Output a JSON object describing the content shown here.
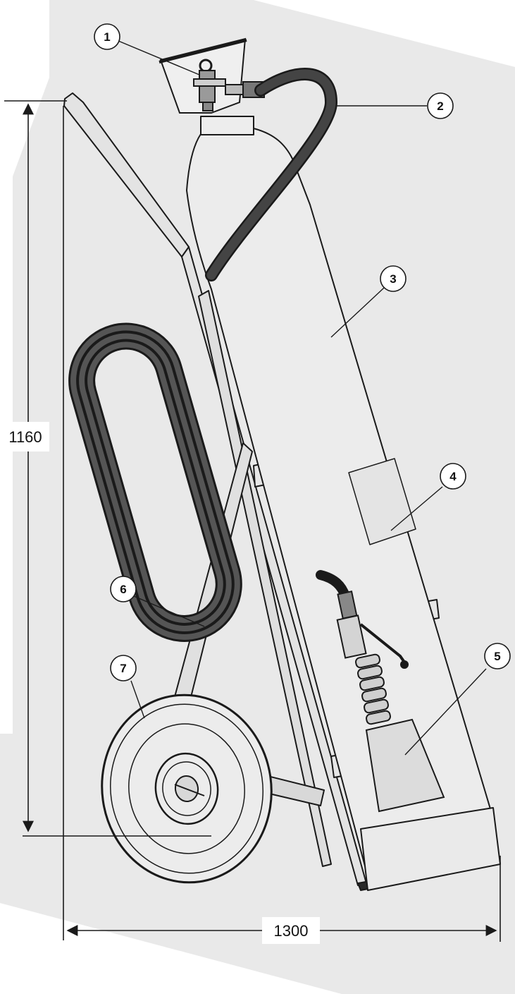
{
  "dimensions": {
    "height": "1160",
    "width": "1300"
  },
  "callouts": [
    {
      "number": "1"
    },
    {
      "number": "2"
    },
    {
      "number": "3"
    },
    {
      "number": "4"
    },
    {
      "number": "5"
    },
    {
      "number": "6"
    },
    {
      "number": "7"
    }
  ],
  "colors": {
    "background": "#e9e9e9",
    "line": "#1a1a1a",
    "hose": "#3a3a3a",
    "hose_highlight": "#6a6a6a"
  }
}
